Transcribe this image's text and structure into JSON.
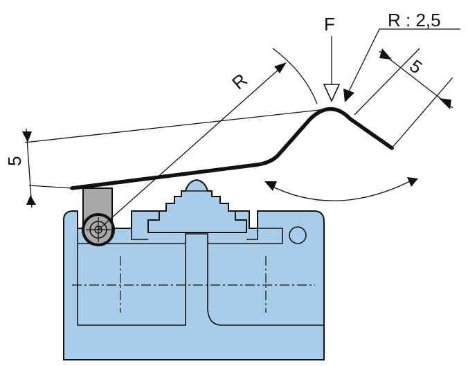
{
  "labels": {
    "radius": "R",
    "force": "F",
    "tip_radius": "R : 2,5",
    "dim_left": "5",
    "dim_right": "5"
  },
  "colors": {
    "body": "#a8cde9",
    "roller": "#a9a9a9",
    "line": "#111111"
  }
}
